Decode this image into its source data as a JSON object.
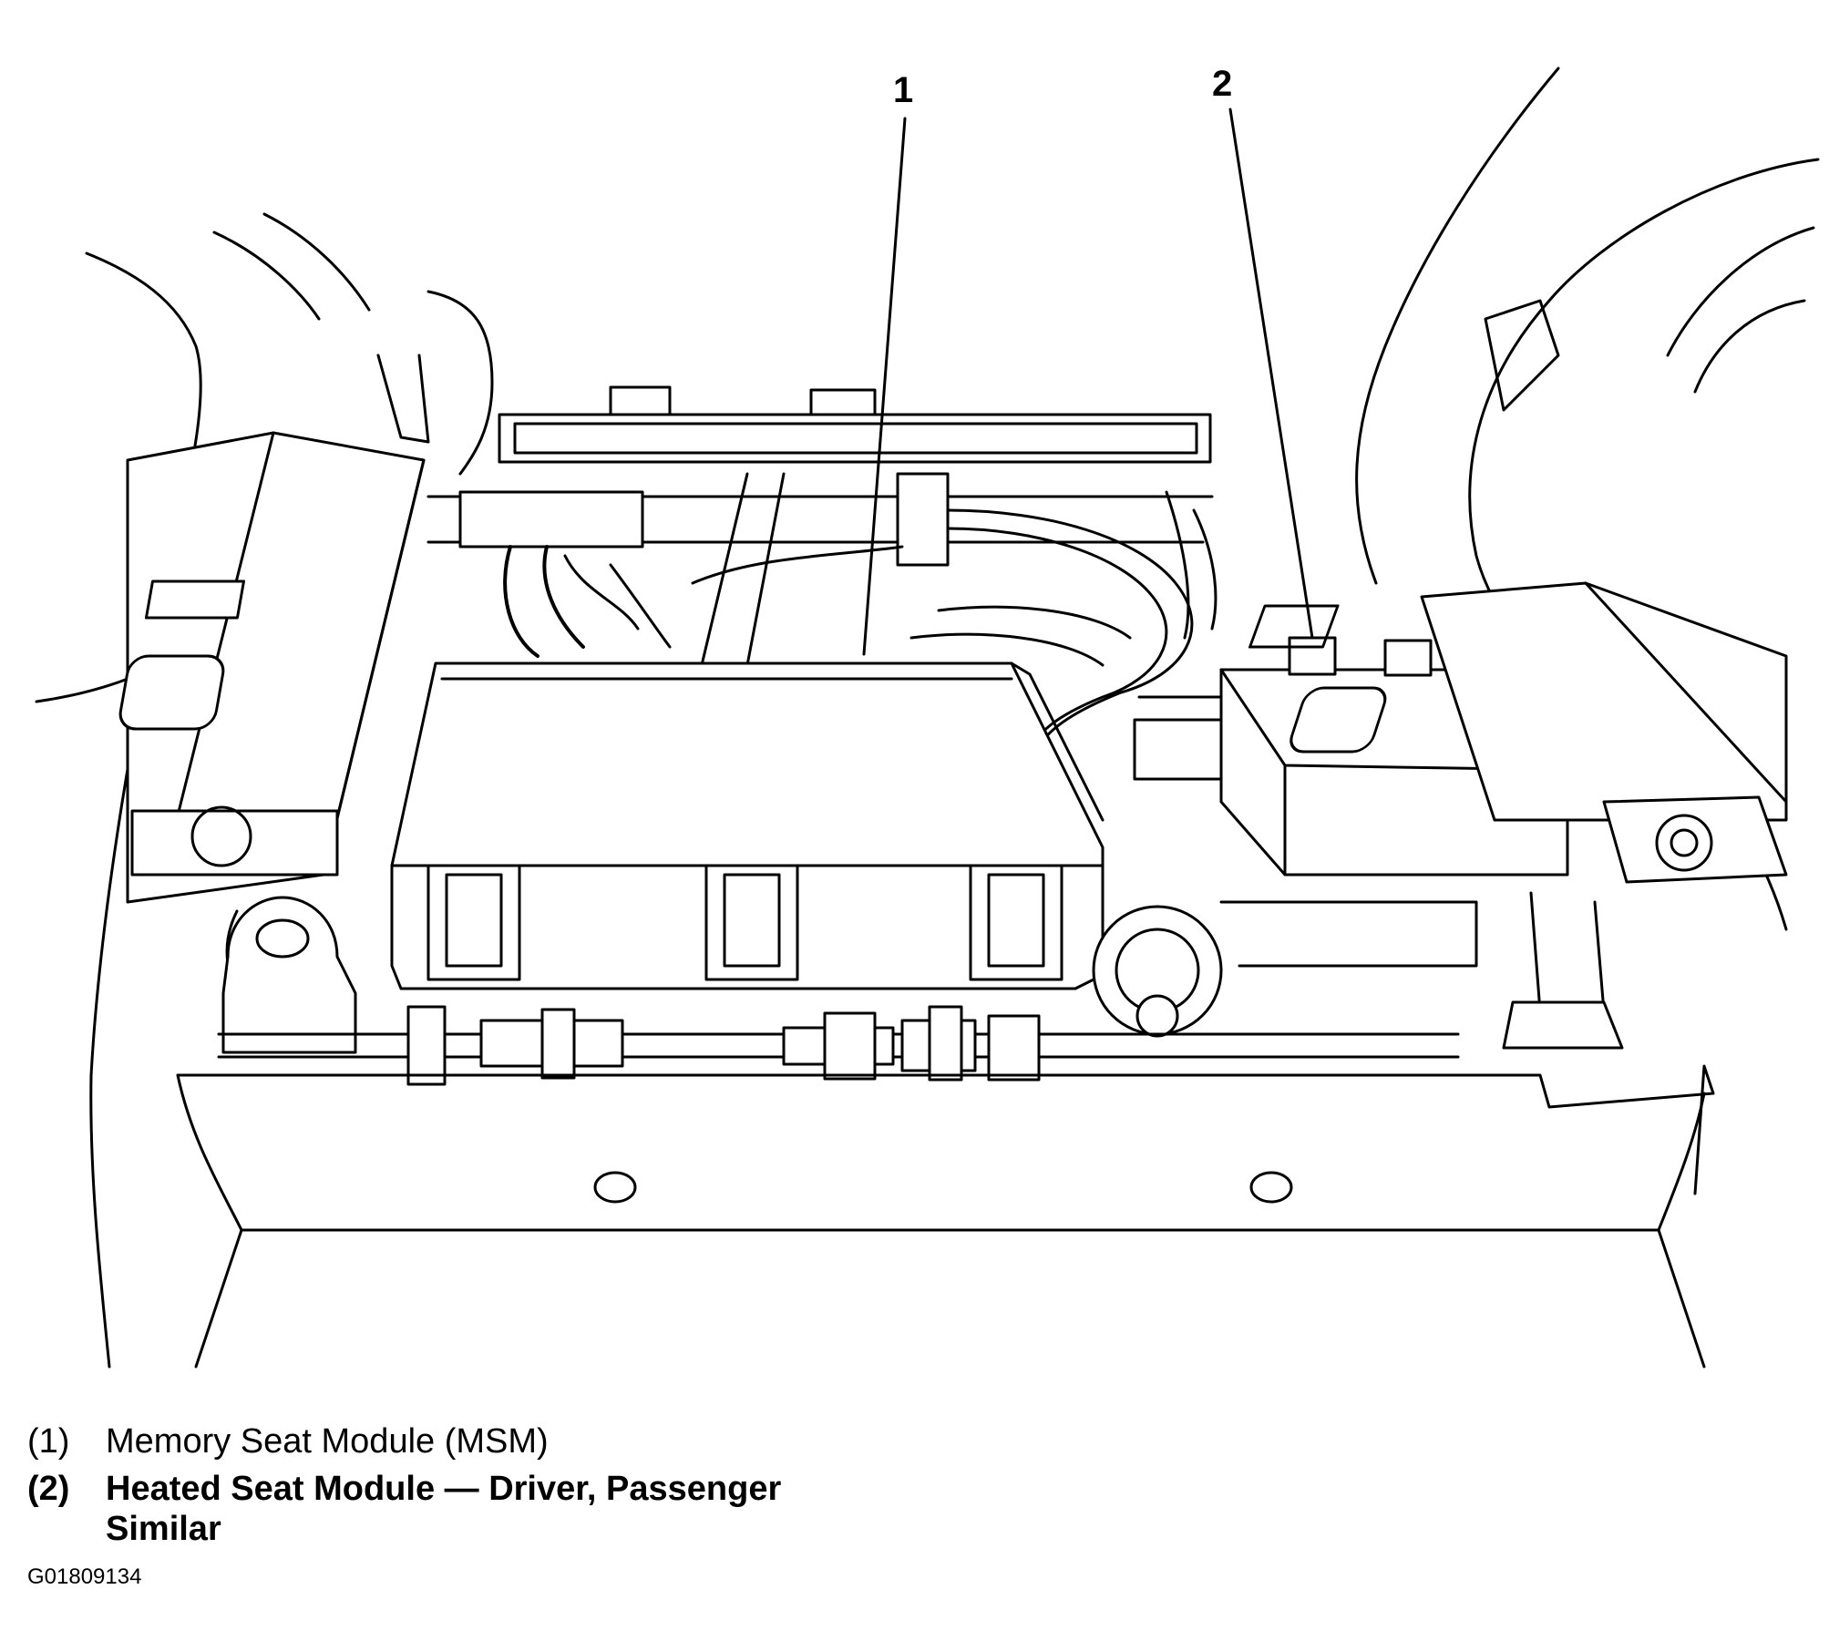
{
  "callouts": [
    {
      "number": "1"
    },
    {
      "number": "2"
    }
  ],
  "legend": [
    {
      "number": "(1)",
      "text": "Memory Seat Module (MSM)"
    },
    {
      "number": "(2)",
      "text": "Heated Seat Module — Driver, Passenger Similar"
    }
  ],
  "figure_id": "G01809134"
}
